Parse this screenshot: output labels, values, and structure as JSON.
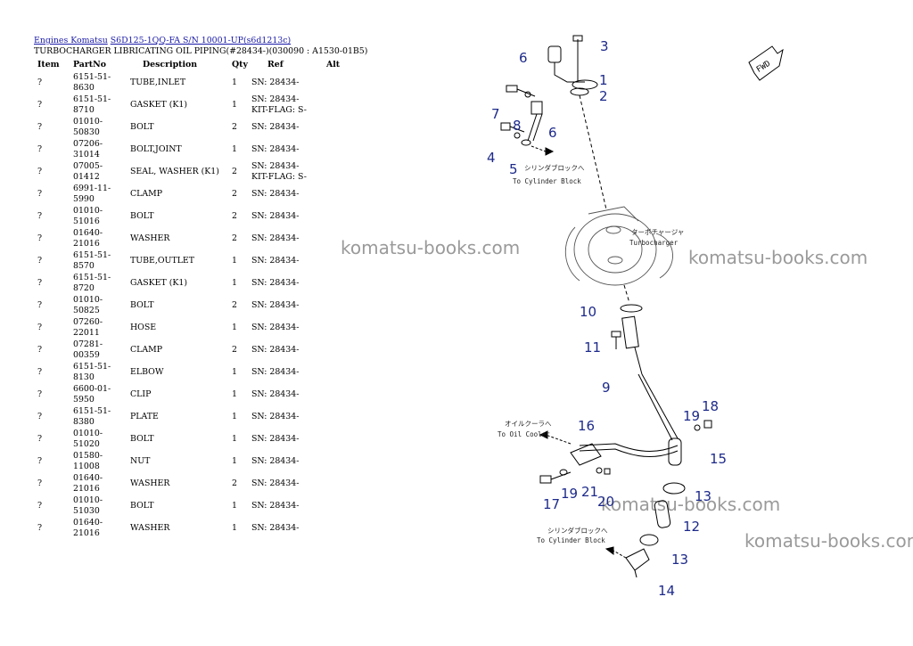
{
  "breadcrumb": {
    "link1": "Engines Komatsu",
    "link2": "S6D125-1QQ-FA S/N 10001-UP(s6d1213c)"
  },
  "subtitle": "TURBOCHARGER LIBRICATING OIL PIPING(#28434-)(030090 : A1530-01B5)",
  "table": {
    "headers": {
      "item": "Item",
      "partno": "PartNo",
      "description": "Description",
      "qty": "Qty",
      "ref": "Ref",
      "alt": "Alt"
    },
    "rows": [
      {
        "item": "?",
        "partno": "6151-51-8630",
        "description": "TUBE,INLET",
        "qty": "1",
        "ref": "SN: 28434-"
      },
      {
        "item": "?",
        "partno": "6151-51-8710",
        "description": "GASKET (K1)",
        "qty": "1",
        "ref": "SN: 28434-",
        "ref2": "KIT-FLAG: S-"
      },
      {
        "item": "?",
        "partno": "01010-50830",
        "description": "BOLT",
        "qty": "2",
        "ref": "SN: 28434-"
      },
      {
        "item": "?",
        "partno": "07206-31014",
        "description": "BOLT,JOINT",
        "qty": "1",
        "ref": "SN: 28434-"
      },
      {
        "item": "?",
        "partno": "07005-01412",
        "description": "SEAL, WASHER (K1)",
        "qty": "2",
        "ref": "SN: 28434-",
        "ref2": "KIT-FLAG: S-"
      },
      {
        "item": "?",
        "partno": "6991-11-5990",
        "description": "CLAMP",
        "qty": "2",
        "ref": "SN: 28434-"
      },
      {
        "item": "?",
        "partno": "01010-51016",
        "description": "BOLT",
        "qty": "2",
        "ref": "SN: 28434-"
      },
      {
        "item": "?",
        "partno": "01640-21016",
        "description": "WASHER",
        "qty": "2",
        "ref": "SN: 28434-"
      },
      {
        "item": "?",
        "partno": "6151-51-8570",
        "description": "TUBE,OUTLET",
        "qty": "1",
        "ref": "SN: 28434-"
      },
      {
        "item": "?",
        "partno": "6151-51-8720",
        "description": "GASKET (K1)",
        "qty": "1",
        "ref": "SN: 28434-"
      },
      {
        "item": "?",
        "partno": "01010-50825",
        "description": "BOLT",
        "qty": "2",
        "ref": "SN: 28434-"
      },
      {
        "item": "?",
        "partno": "07260-22011",
        "description": "HOSE",
        "qty": "1",
        "ref": "SN: 28434-"
      },
      {
        "item": "?",
        "partno": "07281-00359",
        "description": "CLAMP",
        "qty": "2",
        "ref": "SN: 28434-"
      },
      {
        "item": "?",
        "partno": "6151-51-8130",
        "description": "ELBOW",
        "qty": "1",
        "ref": "SN: 28434-"
      },
      {
        "item": "?",
        "partno": "6600-01-5950",
        "description": "CLIP",
        "qty": "1",
        "ref": "SN: 28434-"
      },
      {
        "item": "?",
        "partno": "6151-51-8380",
        "description": "PLATE",
        "qty": "1",
        "ref": "SN: 28434-"
      },
      {
        "item": "?",
        "partno": "01010-51020",
        "description": "BOLT",
        "qty": "1",
        "ref": "SN: 28434-"
      },
      {
        "item": "?",
        "partno": "01580-11008",
        "description": "NUT",
        "qty": "1",
        "ref": "SN: 28434-"
      },
      {
        "item": "?",
        "partno": "01640-21016",
        "description": "WASHER",
        "qty": "2",
        "ref": "SN: 28434-"
      },
      {
        "item": "?",
        "partno": "01010-51030",
        "description": "BOLT",
        "qty": "1",
        "ref": "SN: 28434-"
      },
      {
        "item": "?",
        "partno": "01640-21016",
        "description": "WASHER",
        "qty": "1",
        "ref": "SN: 28434-"
      }
    ]
  },
  "watermark": "komatsu-books.com",
  "diagram": {
    "fwd": "FWD",
    "notes": {
      "cyl1_jp": "シリンダブロックへ",
      "cyl1_en": "To Cylinder Block",
      "turbo_jp": "ターボチャージャ",
      "turbo_en": "Turbocharger",
      "oil_jp": "オイルクーラへ",
      "oil_en": "To Oil Cooler",
      "cyl2_jp": "シリンダブロックへ",
      "cyl2_en": "To Cylinder Block"
    },
    "callouts": [
      "3",
      "6",
      "1",
      "2",
      "7",
      "8",
      "6",
      "4",
      "5",
      "10",
      "11",
      "9",
      "19",
      "18",
      "16",
      "15",
      "13",
      "17",
      "19",
      "21",
      "20",
      "12",
      "13",
      "14"
    ]
  }
}
